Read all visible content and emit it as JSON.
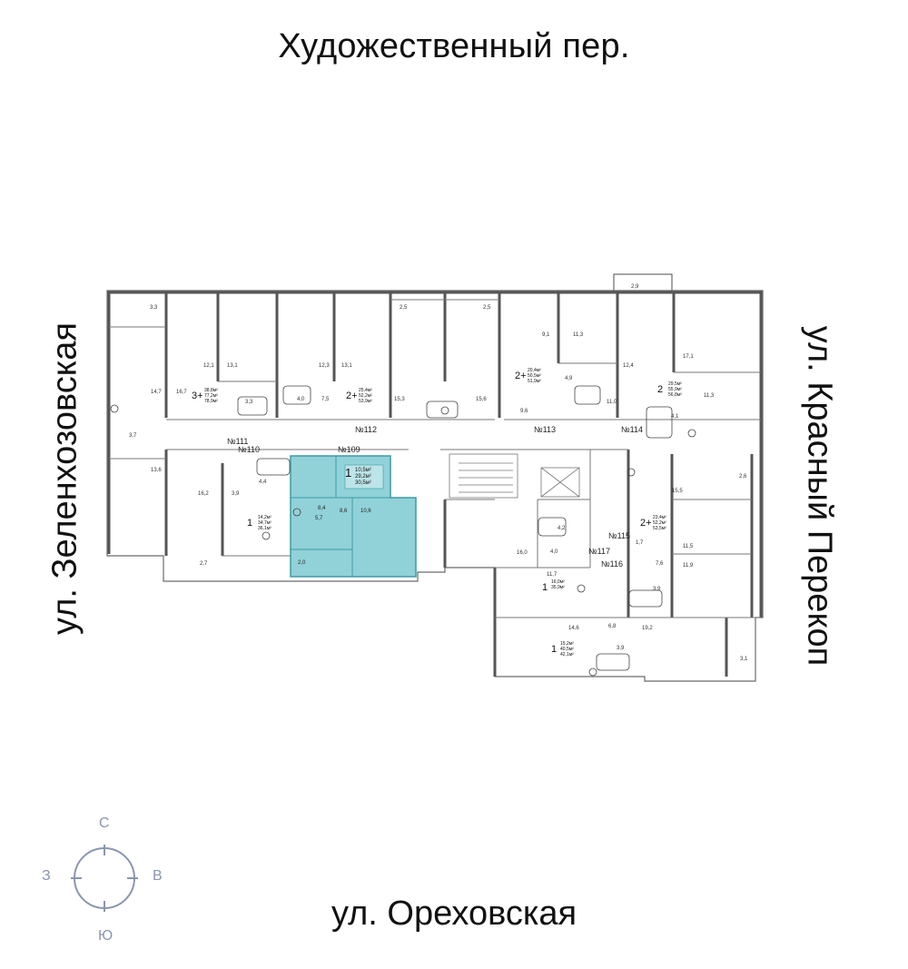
{
  "streets": {
    "north": "Художественный пер.",
    "south": "ул. Ореховская",
    "west": "ул. Зеленхозовская",
    "east": "ул. Красный Перекоп"
  },
  "colors": {
    "highlight": "#6cc3cc",
    "wall": "#555555",
    "compass": "#8a96ad"
  },
  "compass": {
    "north": "С",
    "south": "Ю",
    "west": "З",
    "east": "В"
  },
  "apartment_numbers": [
    "№109",
    "№110",
    "№111",
    "№112",
    "№113",
    "№114",
    "№115",
    "№116",
    "№117"
  ],
  "highlighted_apartment": {
    "number": "№109",
    "rooms": "1",
    "living_area": "10,5м²",
    "total_area": "29,2м²",
    "total_area_full": "30,5м²",
    "room_areas": [
      "8,4",
      "5,7",
      "8,6",
      "10,6",
      "2,0"
    ]
  },
  "apartments": [
    {
      "rooms": "3+",
      "a": "38,8м²",
      "b": "77,2м²",
      "c": "78,9м²"
    },
    {
      "rooms": "2+",
      "a": "25,4м²",
      "b": "52,2м²",
      "c": "53,9м²"
    },
    {
      "rooms": "2+",
      "a": "20,4м²",
      "b": "50,5м²",
      "c": "51,9м²"
    },
    {
      "rooms": "2",
      "a": "29,5м²",
      "b": "55,9м²",
      "c": "56,8м²"
    },
    {
      "rooms": "1",
      "a": "14,2м²",
      "b": "34,7м²",
      "c": "36,1м²"
    },
    {
      "rooms": "2+",
      "a": "23,4м²",
      "b": "52,2м²",
      "c": "53,5м²"
    },
    {
      "rooms": "1",
      "a": "16,0м²",
      "b": "35,9м²",
      "c": ""
    },
    {
      "rooms": "1",
      "a": "15,2м²",
      "b": "40,5м²",
      "c": "42,1м²"
    }
  ],
  "room_labels": [
    "3,3",
    "12,1",
    "13,1",
    "12,3",
    "13,1",
    "2,5",
    "2,5",
    "9,1",
    "11,3",
    "12,4",
    "17,1",
    "2,9",
    "14,7",
    "16,7",
    "3,3",
    "4,0",
    "7,5",
    "15,3",
    "15,6",
    "9,6",
    "4,9",
    "11,0",
    "11,3",
    "4,1",
    "3,7",
    "13,6",
    "16,2",
    "3,9",
    "4,4",
    "2,7",
    "15,5",
    "2,6",
    "4,2",
    "1,7",
    "11,5",
    "11,9",
    "7,6",
    "3,9",
    "16,0",
    "4,0",
    "11,7",
    "14,6",
    "6,8",
    "19,2",
    "3,9",
    "3,1"
  ]
}
